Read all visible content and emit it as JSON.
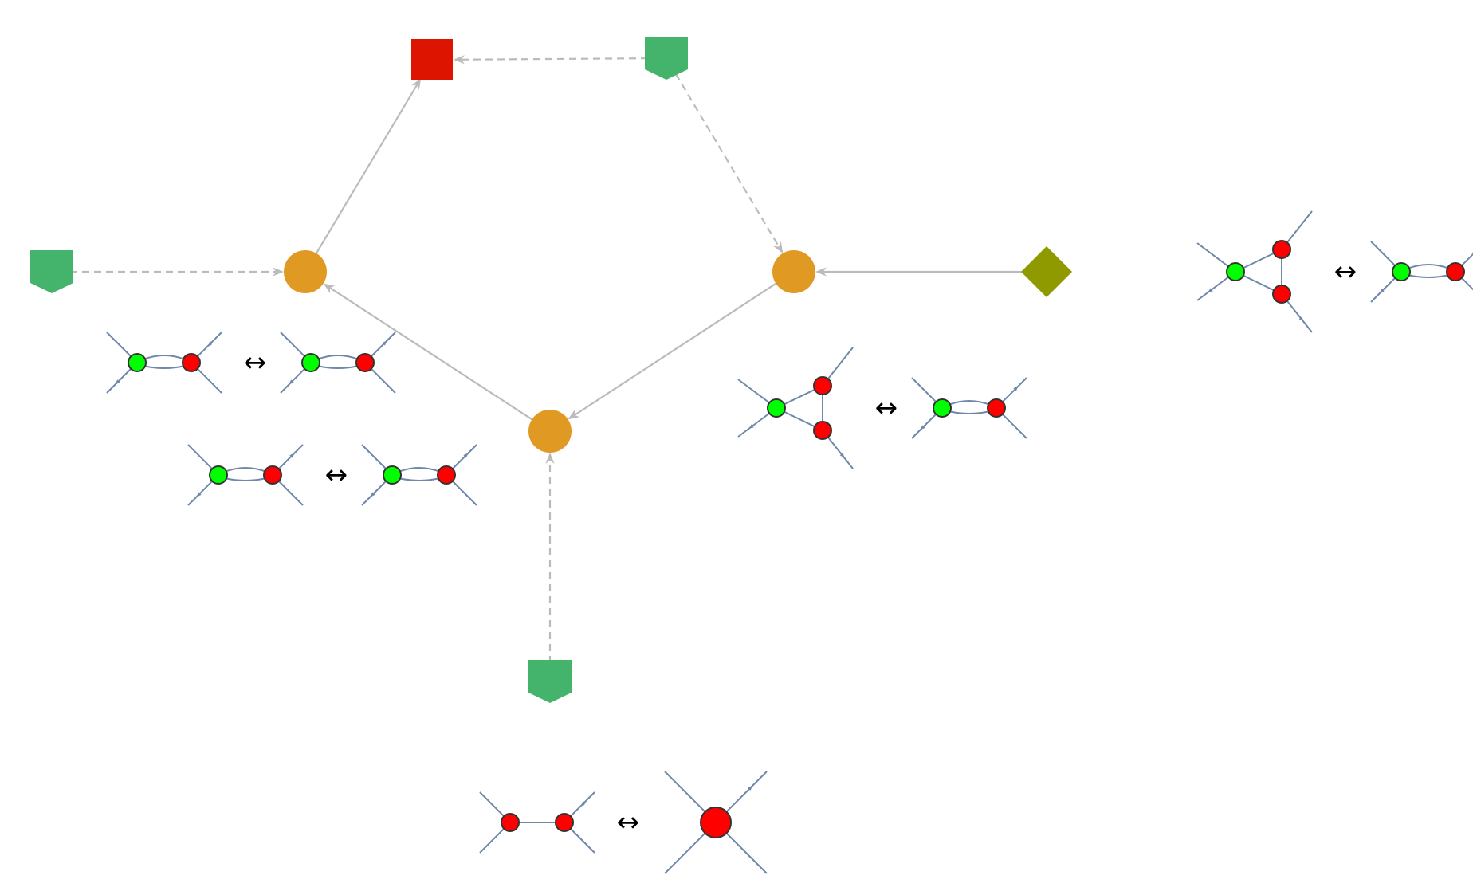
{
  "diagram": {
    "colors": {
      "hub": "#E09A24",
      "target": "#DD1400",
      "source": "#44B46C",
      "diamond": "#8F9A00",
      "edge": "#BBBBBB",
      "rule_line": "#6F88AA",
      "vertex_green": "#00FF00",
      "vertex_red": "#FF0000",
      "vertex_stroke": "#333333"
    },
    "rule_symbol": "↔",
    "nodes": [
      {
        "id": "hub_left",
        "shape": "circle",
        "color": "hub"
      },
      {
        "id": "hub_right",
        "shape": "circle",
        "color": "hub"
      },
      {
        "id": "hub_bottom",
        "shape": "circle",
        "color": "hub"
      },
      {
        "id": "target",
        "shape": "square",
        "color": "target"
      },
      {
        "id": "source_top",
        "shape": "pentagon",
        "color": "source"
      },
      {
        "id": "source_left",
        "shape": "pentagon",
        "color": "source"
      },
      {
        "id": "source_bottom",
        "shape": "pentagon",
        "color": "source"
      },
      {
        "id": "diamond_right",
        "shape": "diamond",
        "color": "diamond"
      }
    ],
    "edges": [
      {
        "from": "source_top",
        "to": "target",
        "style": "dashed"
      },
      {
        "from": "source_top",
        "to": "hub_right",
        "style": "dashed"
      },
      {
        "from": "source_left",
        "to": "hub_left",
        "style": "dashed"
      },
      {
        "from": "source_bottom",
        "to": "hub_bottom",
        "style": "dashed"
      },
      {
        "from": "hub_left",
        "to": "target",
        "style": "solid"
      },
      {
        "from": "hub_bottom",
        "to": "hub_left",
        "style": "solid"
      },
      {
        "from": "hub_right",
        "to": "hub_bottom",
        "style": "solid"
      },
      {
        "from": "diamond_right",
        "to": "hub_right",
        "style": "solid"
      }
    ],
    "rules": [
      {
        "id": "rule_left_1",
        "lhs": "bubble",
        "rhs": "bubble"
      },
      {
        "id": "rule_left_2",
        "lhs": "bubble",
        "rhs": "bubble"
      },
      {
        "id": "rule_middle",
        "lhs": "triangle",
        "rhs": "bubble"
      },
      {
        "id": "rule_far_right",
        "lhs": "triangle",
        "rhs": "bubble"
      },
      {
        "id": "rule_bottom",
        "lhs": "chain",
        "rhs": "merged"
      }
    ]
  }
}
